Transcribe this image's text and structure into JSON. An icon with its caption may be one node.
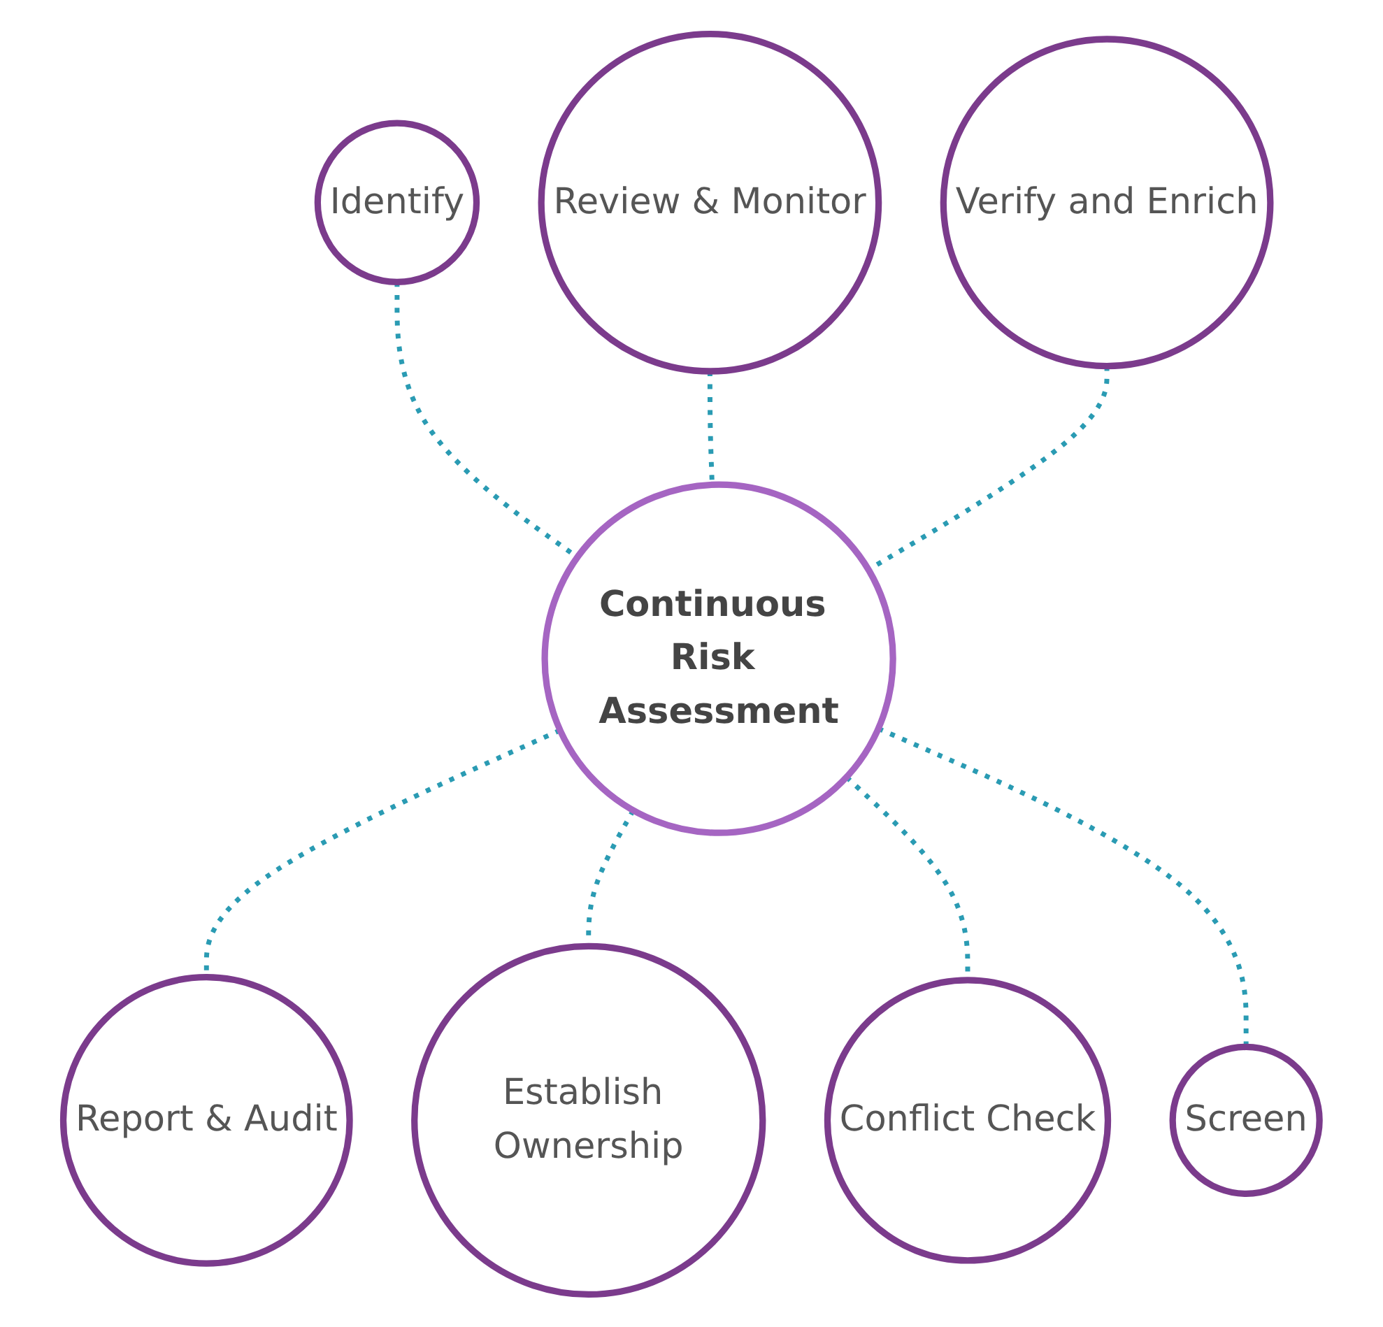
{
  "diagram": {
    "nodes": [
      {
        "text": [
          "Identify"
        ]
      },
      {
        "text": [
          "Review & Monitor"
        ]
      },
      {
        "text": [
          "Verify and Enrich"
        ]
      },
      {
        "text": [
          "Continuous Risk Assessment"
        ]
      },
      {
        "text": [
          "Report & Audit"
        ]
      },
      {
        "text": [
          "Establish Ownership"
        ]
      },
      {
        "text": [
          "Conflict Check"
        ]
      },
      {
        "text": [
          "Screen"
        ]
      }
    ],
    "edges": [
      {
        "from": 0,
        "to": 3,
        "arrow": "none",
        "style": "dashed"
      },
      {
        "from": 1,
        "to": 3,
        "arrow": "none",
        "style": "dashed"
      },
      {
        "from": 2,
        "to": 3,
        "arrow": "none",
        "style": "dashed"
      },
      {
        "from": 3,
        "to": 4,
        "arrow": "none",
        "style": "dashed"
      },
      {
        "from": 3,
        "to": 5,
        "arrow": "none",
        "style": "dashed"
      },
      {
        "from": 3,
        "to": 6,
        "arrow": "none",
        "style": "dashed"
      },
      {
        "from": 3,
        "to": 7,
        "arrow": "none",
        "style": "dashed"
      }
    ]
  }
}
